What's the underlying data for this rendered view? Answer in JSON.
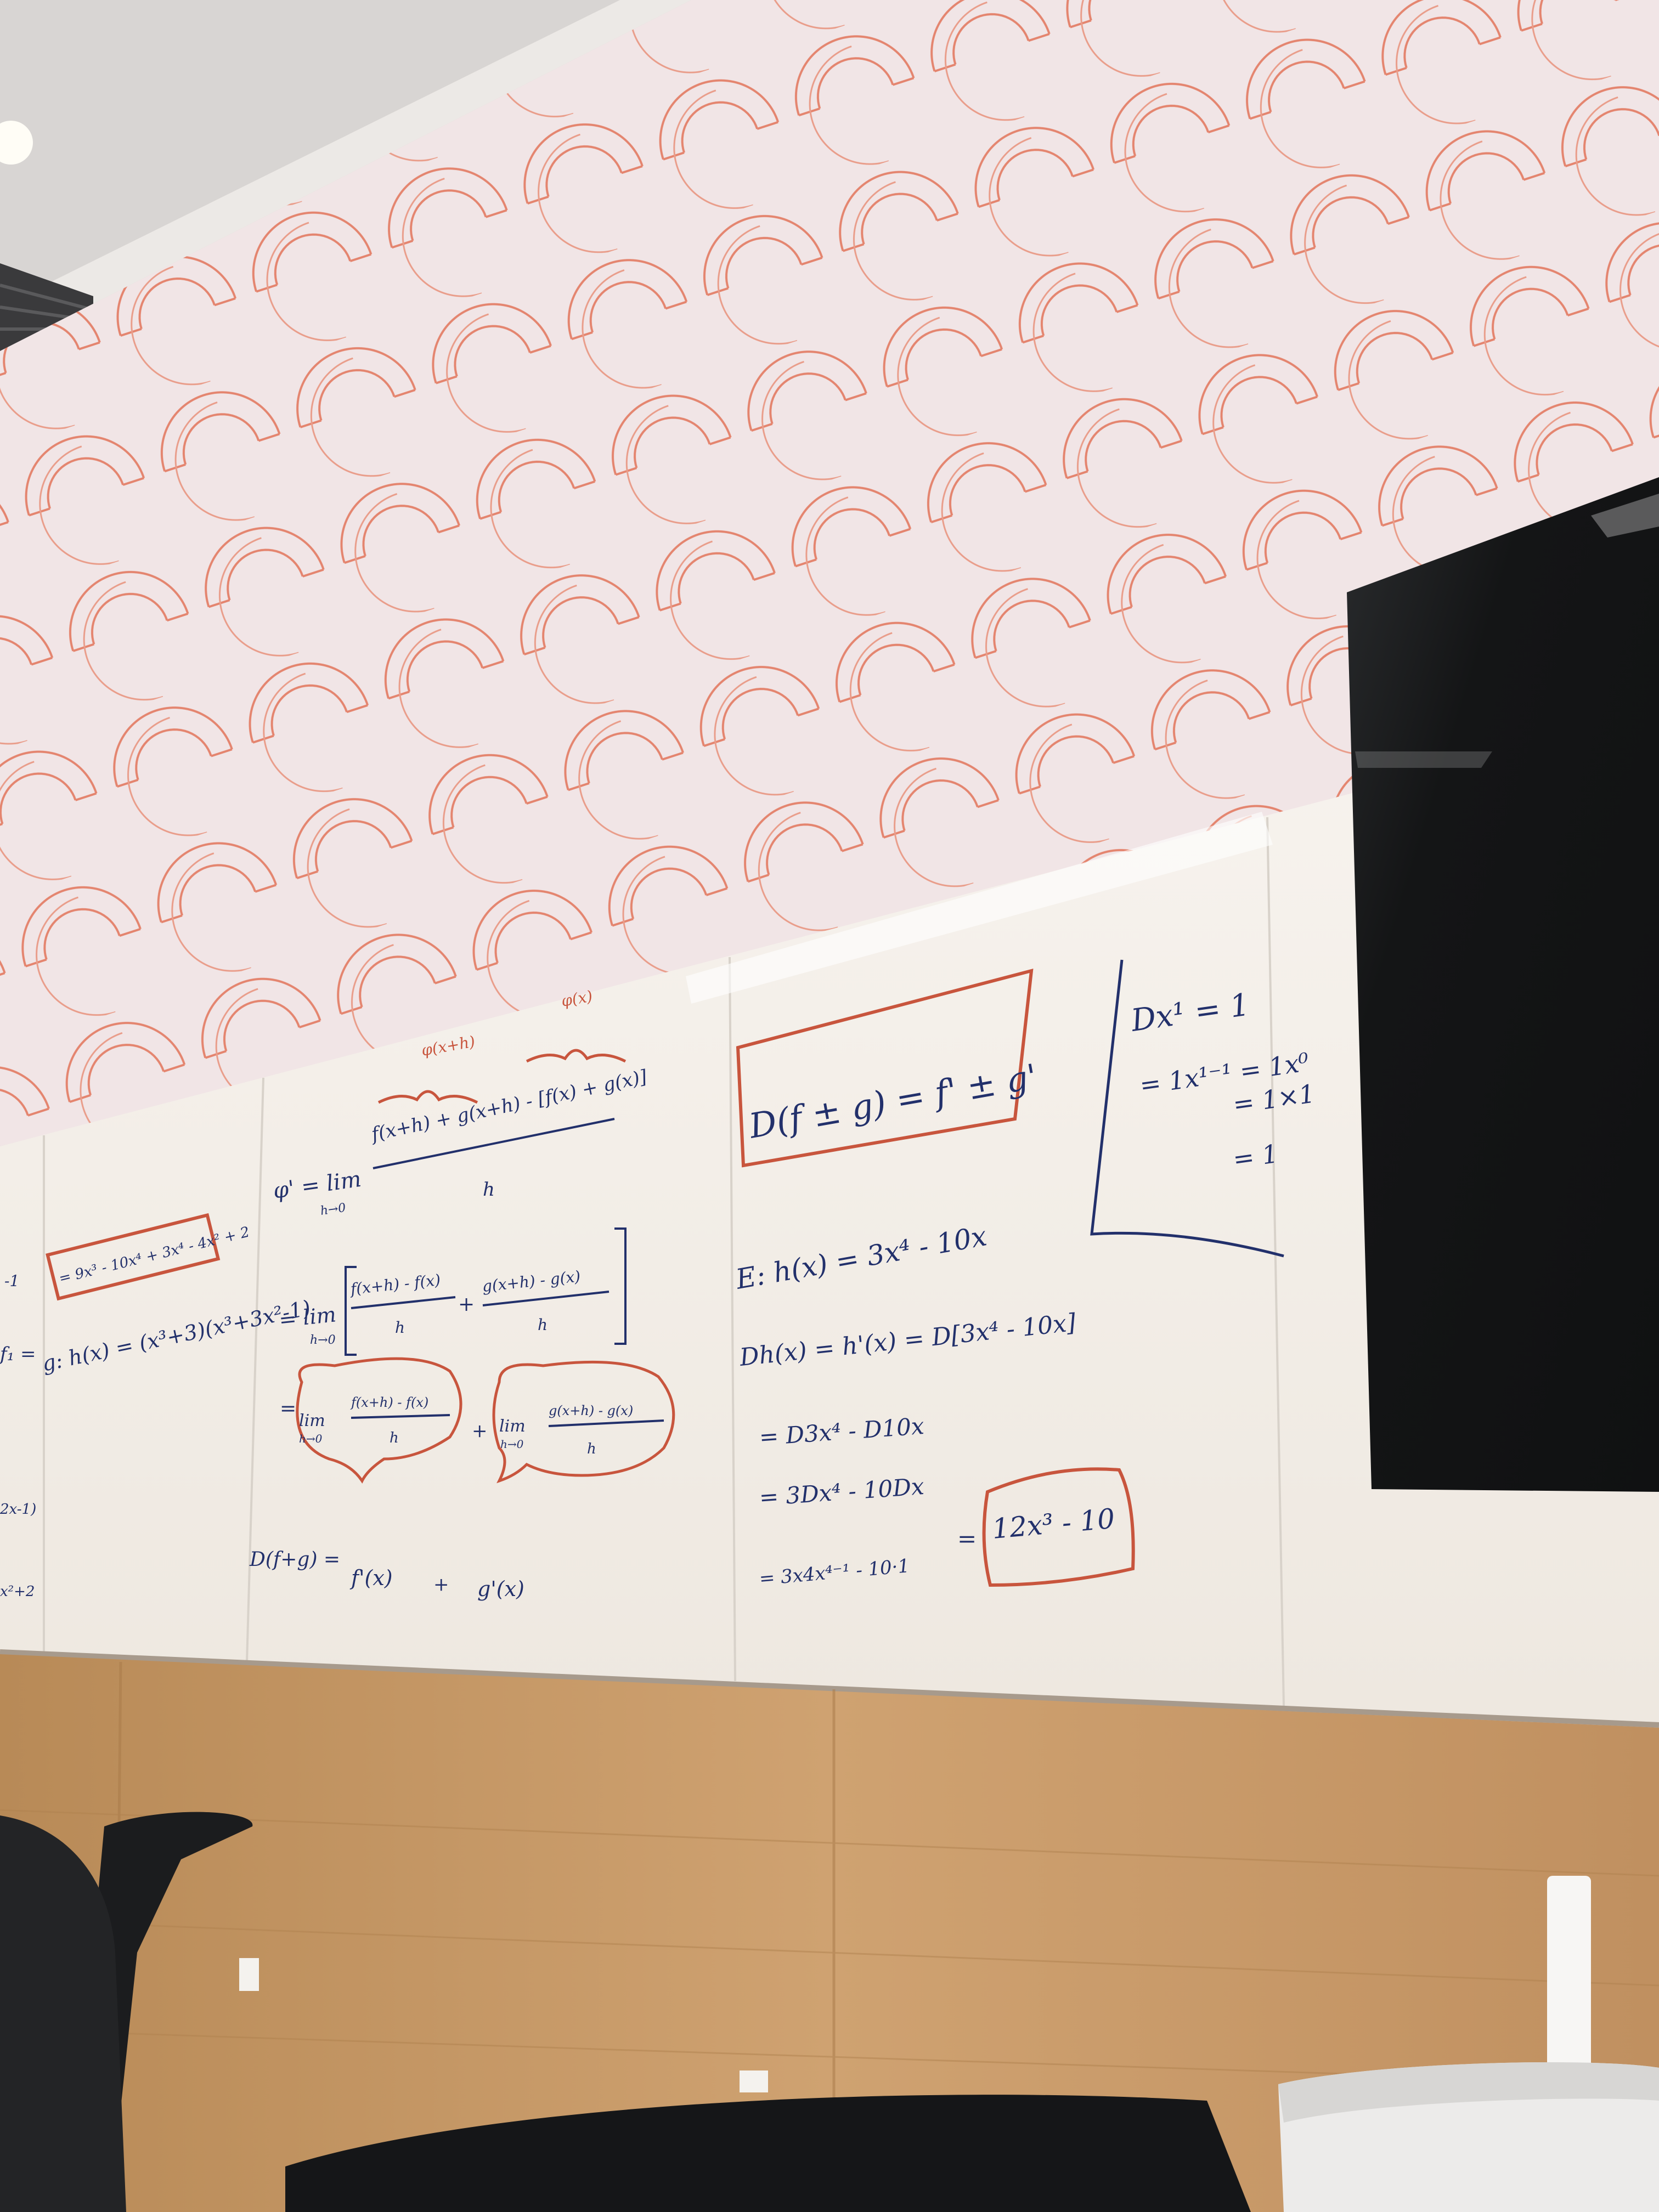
{
  "scene": {
    "description_free": true,
    "palette": {
      "ceiling": "#dcd8d6",
      "wall": "#f1e5e6",
      "wall_pattern": "#e2745a",
      "whiteboard": "#f3efe9",
      "wood_panel": "#c69a68",
      "tv": "#151617",
      "ink_blue": "#22306b",
      "ink_red": "#c8553d"
    }
  },
  "board": {
    "left_panel": {
      "boxed": "= 9x³ - 10x⁴ + 3x⁴ - 4x² + 2",
      "example": "g: h(x) = (x³+3)(x³+3x²-1)"
    },
    "middle_panel": {
      "label_1": "φ(x+h)",
      "label_2": "φ(x)",
      "line_1_lhs": "φ' = lim",
      "line_1_sub": "h→0",
      "line_1_num": "f(x+h) + g(x+h) - [f(x) + g(x)]",
      "line_1_den": "h",
      "line_2_lhs": "= lim",
      "line_2_sub": "h→0",
      "line_2_a_num": "f(x+h) - f(x)",
      "line_2_a_den": "h",
      "line_2_plus": "+",
      "line_2_b_num": "g(x+h) - g(x)",
      "line_2_b_den": "h",
      "line_3_eq": "=",
      "line_3_a_lim": "lim",
      "line_3_a_sub": "h→0",
      "line_3_a_num": "f(x+h) - f(x)",
      "line_3_a_den": "h",
      "line_3_plus": "+",
      "line_3_b_lim": "lim",
      "line_3_b_sub": "h→0",
      "line_3_b_num": "g(x+h) - g(x)",
      "line_3_b_den": "h",
      "result_lhs": "D(f+g) =",
      "result_a": "f'(x)",
      "result_plus": "+",
      "result_b": "g'(x)"
    },
    "right_panel": {
      "rule": "D(f ± g) = f' ± g'",
      "example": "E: h(x) = 3x⁴ - 10x",
      "step_1": "Dh(x) = h'(x) = D[3x⁴ - 10x]",
      "step_2": "= D3x⁴ - D10x",
      "step_3": "= 3Dx⁴ - 10Dx",
      "step_4": "= 3x4x⁴⁻¹ - 10·1",
      "equals": "=",
      "answer": "12x³ - 10"
    },
    "corner_panel": {
      "line_1": "Dx¹ = 1",
      "line_2": "= 1x¹⁻¹ = 1x⁰",
      "line_3": "= 1×1",
      "line_4": "= 1"
    },
    "left_edge": {
      "fragment_1": "-1",
      "fragment_2": "f₁ =",
      "fragment_3": "2x-1)",
      "fragment_4": "x²+2"
    }
  }
}
